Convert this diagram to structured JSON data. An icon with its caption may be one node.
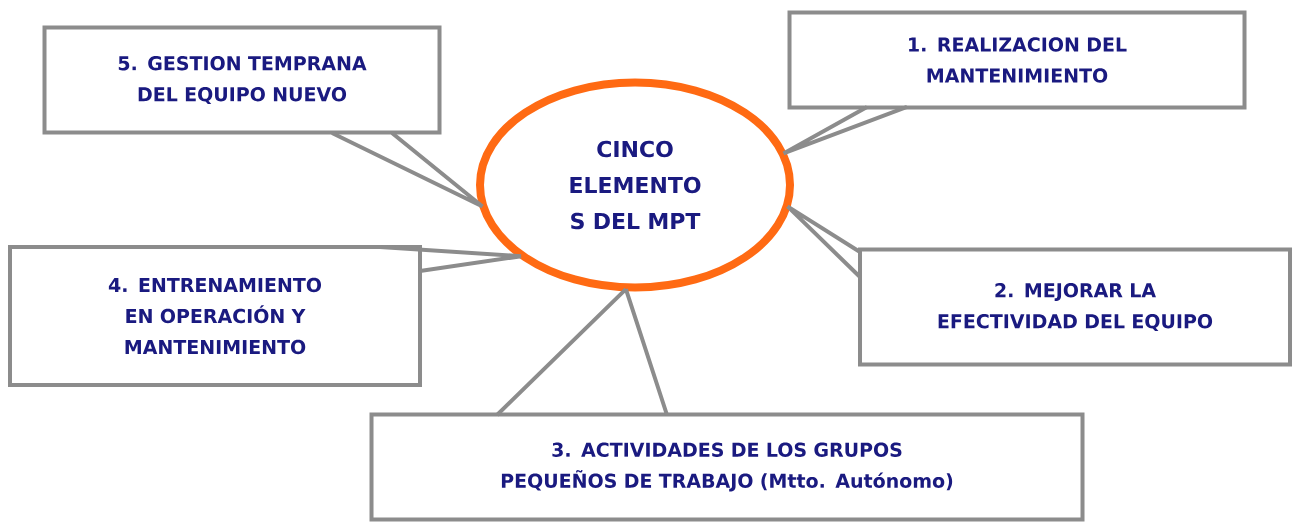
{
  "diagram": {
    "nodes": [
      {
        "text": [
          "CINCO ELEMENTO S DEL MPT"
        ]
      },
      {
        "text": [
          "1. REALIZACION DEL MANTENIMIENTO"
        ]
      },
      {
        "text": [
          "2. MEJORAR LA EFECTIVIDAD DEL EQUIPO"
        ]
      },
      {
        "text": [
          "3. ACTIVIDADES  DE LOS  GRUPOS PEQUEÑOS DE TRABAJO (Mtto. Autónomo)"
        ]
      },
      {
        "text": [
          "4. ENTRENAMIENTO EN OPERACIÓN Y MANTENIMIENTO"
        ]
      },
      {
        "text": [
          "5. GESTION TEMPRANA DEL EQUIPO NUEVO"
        ]
      }
    ],
    "edges": [
      {
        "from": 1,
        "to": 0,
        "arrow": "none"
      },
      {
        "from": 2,
        "to": 0,
        "arrow": "none"
      },
      {
        "from": 3,
        "to": 0,
        "arrow": "none"
      },
      {
        "from": 4,
        "to": 0,
        "arrow": "none"
      },
      {
        "from": 5,
        "to": 0,
        "arrow": "none"
      }
    ]
  }
}
